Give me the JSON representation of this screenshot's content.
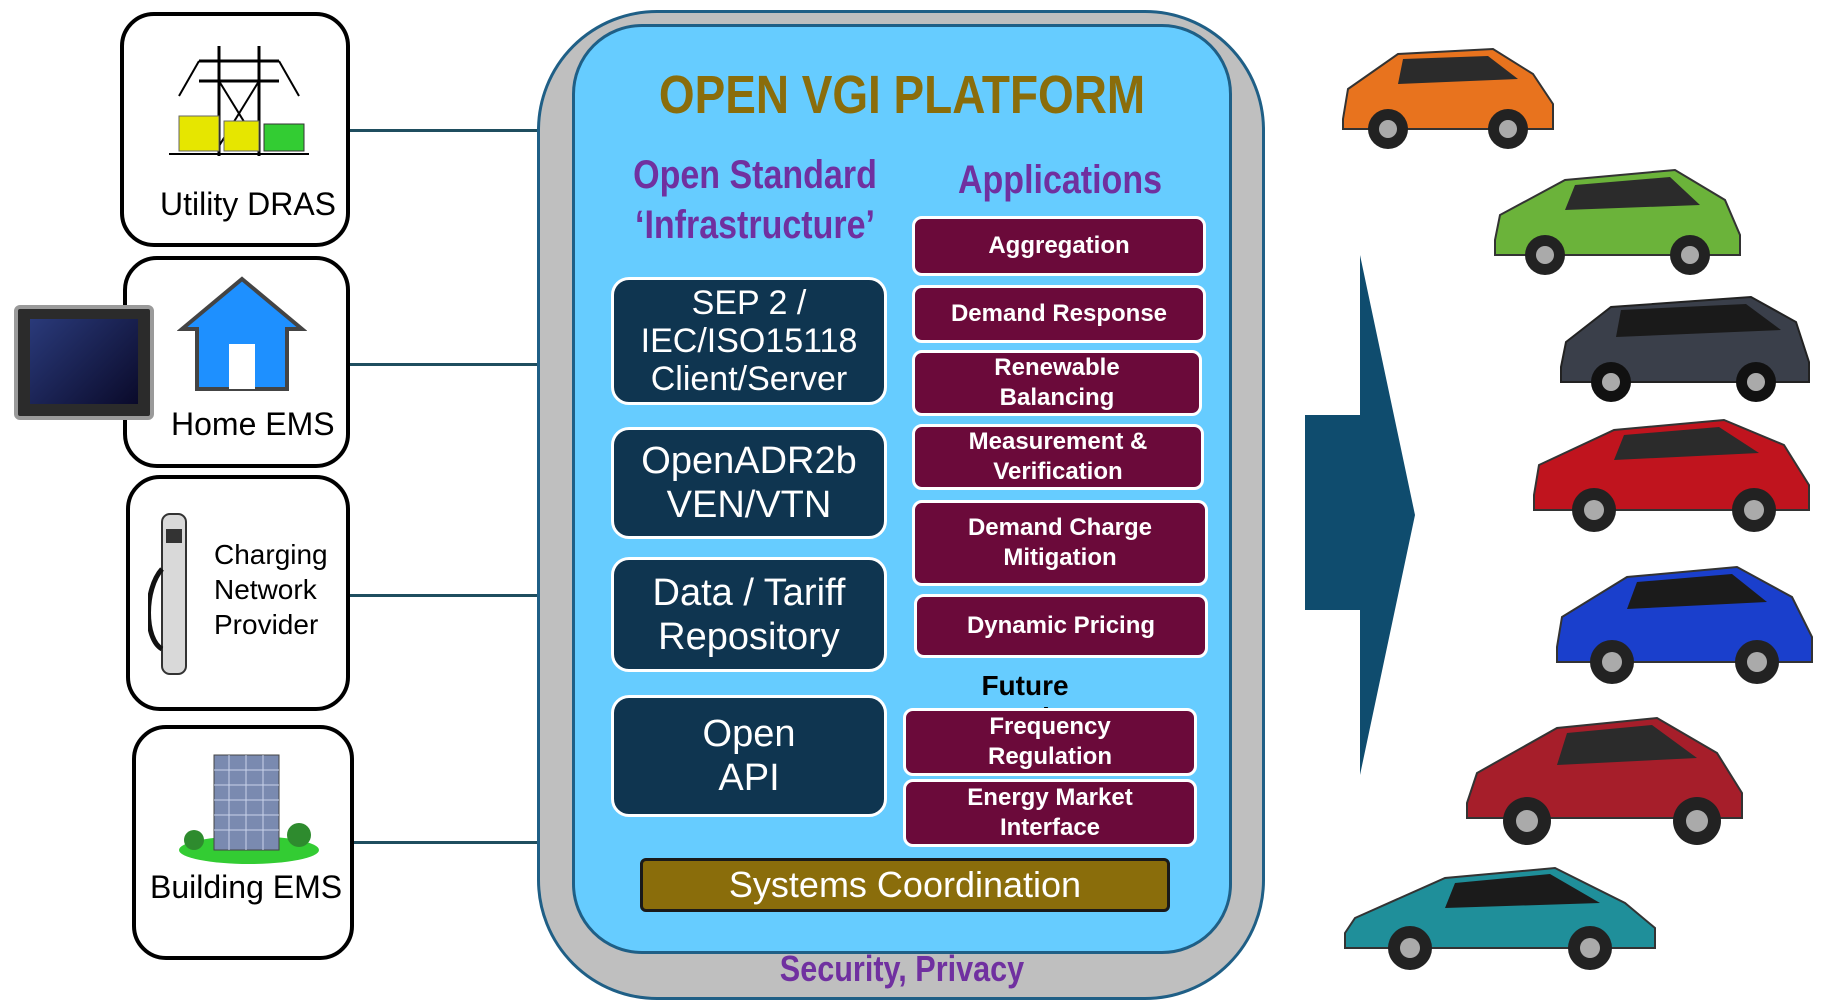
{
  "stakeholders": [
    {
      "label": "Utility DRAS"
    },
    {
      "label": "Home EMS"
    },
    {
      "label_lines": [
        "Charging",
        "Network",
        "Provider"
      ]
    },
    {
      "label": "Building EMS"
    }
  ],
  "platform": {
    "title": "OPEN VGI PLATFORM",
    "infrastructure_heading": [
      "Open Standard",
      "‘Infrastructure’"
    ],
    "applications_heading": "Applications",
    "infrastructure": [
      [
        "SEP 2 /",
        "IEC/ISO15118",
        "Client/Server"
      ],
      [
        "OpenADR2b",
        "VEN/VTN"
      ],
      [
        "Data / Tariff",
        "Repository"
      ],
      [
        "Open",
        "API"
      ]
    ],
    "applications": [
      [
        "Aggregation"
      ],
      [
        "Demand Response"
      ],
      [
        "Renewable",
        "Balancing"
      ],
      [
        "Measurement &",
        "Verification"
      ],
      [
        "Demand Charge",
        "Mitigation"
      ],
      [
        "Dynamic Pricing"
      ]
    ],
    "future_heading": "Future Extensions",
    "future": [
      [
        "Frequency",
        "Regulation"
      ],
      [
        "Energy Market",
        "Interface"
      ]
    ],
    "systems_coordination": "Systems Coordination",
    "security": "Security, Privacy"
  },
  "colors": {
    "outer_shell": "#bfbfbf",
    "inner_panel": "#66ccff",
    "infra_box": "#0f3550",
    "app_box": "#6b0a3a",
    "title": "#8a6d0b",
    "heading": "#7030a0",
    "arrow": "#0f4c6e"
  },
  "vehicles": [
    "orange-hatchback",
    "green-hatchback",
    "dark-minivan",
    "red-hatchback",
    "blue-hatchback",
    "red-hatchback-2",
    "teal-sedan"
  ]
}
